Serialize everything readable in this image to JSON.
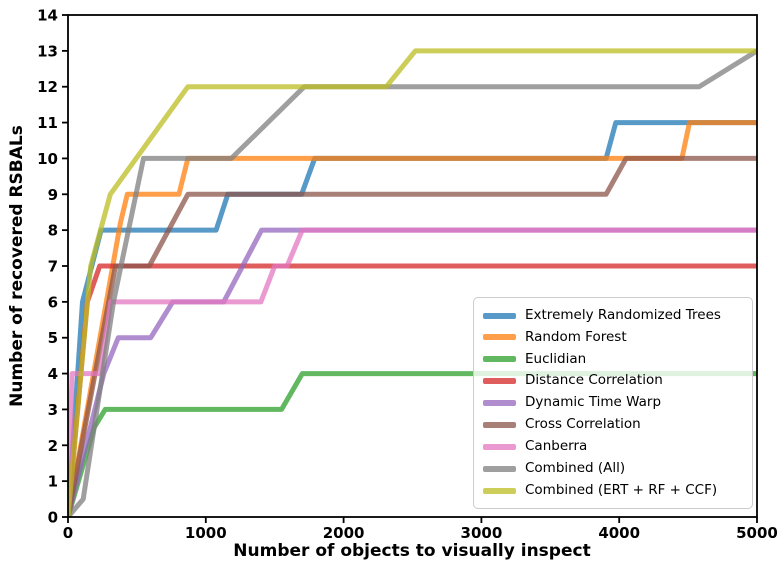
{
  "chart_data": {
    "type": "line",
    "title": "",
    "xlabel": "Number of objects to visually inspect",
    "ylabel": "Number of recovered RSBALs",
    "xlim": [
      0,
      5000
    ],
    "ylim": [
      0,
      14
    ],
    "xticks": [
      0,
      1000,
      2000,
      3000,
      4000,
      5000
    ],
    "xtick_labels": [
      "0",
      "1000",
      "2000",
      "3000",
      "4000",
      "5000"
    ],
    "yticks": [
      0,
      1,
      2,
      3,
      4,
      5,
      6,
      7,
      8,
      9,
      10,
      11,
      12,
      13,
      14
    ],
    "ytick_labels": [
      "0",
      "1",
      "2",
      "3",
      "4",
      "5",
      "6",
      "7",
      "8",
      "9",
      "10",
      "11",
      "12",
      "13",
      "14"
    ],
    "grid": false,
    "legend_position": "lower right",
    "line_width": 5,
    "line_alpha": 0.75,
    "series": [
      {
        "name": "Extremely Randomized Trees",
        "color": "#1f77b4",
        "points": [
          [
            0,
            0
          ],
          [
            105,
            6
          ],
          [
            240,
            8
          ],
          [
            1075,
            8
          ],
          [
            1160,
            9
          ],
          [
            1695,
            9
          ],
          [
            1790,
            10
          ],
          [
            3905,
            10
          ],
          [
            3975,
            11
          ],
          [
            5000,
            11
          ]
        ]
      },
      {
        "name": "Random Forest",
        "color": "#ff7f0e",
        "points": [
          [
            0,
            0
          ],
          [
            380,
            8.2
          ],
          [
            430,
            9
          ],
          [
            805,
            9
          ],
          [
            870,
            10
          ],
          [
            4455,
            10
          ],
          [
            4510,
            11
          ],
          [
            5000,
            11
          ]
        ]
      },
      {
        "name": "Euclidian",
        "color": "#2ca02c",
        "points": [
          [
            0,
            0
          ],
          [
            190,
            2.5
          ],
          [
            270,
            3
          ],
          [
            1550,
            3
          ],
          [
            1700,
            4
          ],
          [
            5000,
            4
          ]
        ]
      },
      {
        "name": "Distance Correlation",
        "color": "#d62728",
        "points": [
          [
            0,
            0
          ],
          [
            140,
            6
          ],
          [
            230,
            7
          ],
          [
            5000,
            7
          ]
        ]
      },
      {
        "name": "Dynamic Time Warp",
        "color": "#9467bd",
        "points": [
          [
            0,
            0
          ],
          [
            260,
            4
          ],
          [
            365,
            5
          ],
          [
            600,
            5
          ],
          [
            760,
            6
          ],
          [
            1130,
            6
          ],
          [
            1405,
            8
          ],
          [
            5000,
            8
          ]
        ]
      },
      {
        "name": "Cross Correlation",
        "color": "#8c564b",
        "points": [
          [
            0,
            0
          ],
          [
            345,
            7
          ],
          [
            590,
            7
          ],
          [
            870,
            9
          ],
          [
            3905,
            9
          ],
          [
            4050,
            10
          ],
          [
            5000,
            10
          ]
        ]
      },
      {
        "name": "Canberra",
        "color": "#e377c2",
        "points": [
          [
            0,
            0
          ],
          [
            30,
            4
          ],
          [
            235,
            4
          ],
          [
            310,
            6
          ],
          [
            1400,
            6
          ],
          [
            1500,
            7
          ],
          [
            1590,
            7
          ],
          [
            1700,
            8
          ],
          [
            5000,
            8
          ]
        ]
      },
      {
        "name": "Combined (All)",
        "color": "#7f7f7f",
        "points": [
          [
            0,
            0
          ],
          [
            110,
            0.5
          ],
          [
            330,
            6
          ],
          [
            548,
            10
          ],
          [
            1185,
            10
          ],
          [
            1715,
            12
          ],
          [
            4580,
            12
          ],
          [
            5000,
            13
          ]
        ]
      },
      {
        "name": "Combined (ERT + RF + CCF)",
        "color": "#bcbd22",
        "points": [
          [
            0,
            0
          ],
          [
            165,
            7
          ],
          [
            307,
            9
          ],
          [
            870,
            12
          ],
          [
            2310,
            12
          ],
          [
            2520,
            13
          ],
          [
            5000,
            13
          ]
        ]
      }
    ]
  }
}
